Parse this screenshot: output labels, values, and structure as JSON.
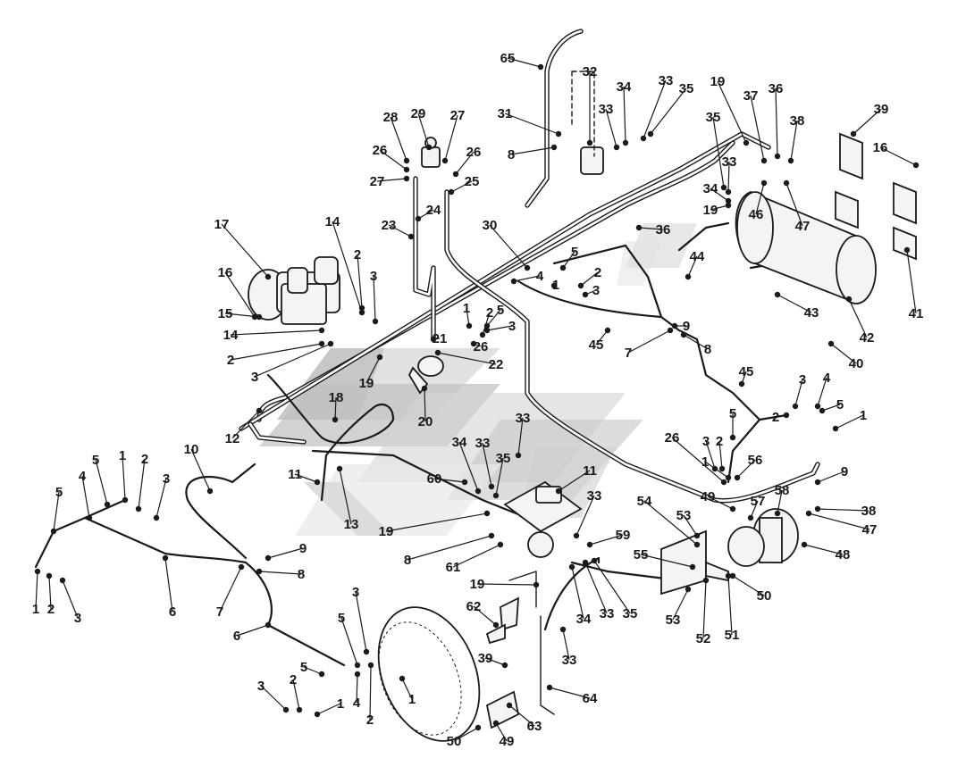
{
  "colors": {
    "ink": "#1a1a1a",
    "watermark": "#9a9a9a",
    "background": "#ffffff"
  },
  "callouts": [
    {
      "text": "65"
    },
    {
      "text": "32"
    },
    {
      "text": "34"
    },
    {
      "text": "33"
    },
    {
      "text": "35"
    },
    {
      "text": "31"
    },
    {
      "text": "8"
    },
    {
      "text": "33"
    },
    {
      "text": "19"
    },
    {
      "text": "36"
    },
    {
      "text": "37"
    },
    {
      "text": "38"
    },
    {
      "text": "39"
    },
    {
      "text": "16"
    },
    {
      "text": "35"
    },
    {
      "text": "33"
    },
    {
      "text": "34"
    },
    {
      "text": "19"
    },
    {
      "text": "46"
    },
    {
      "text": "47"
    },
    {
      "text": "36"
    },
    {
      "text": "44"
    },
    {
      "text": "41"
    },
    {
      "text": "42"
    },
    {
      "text": "43"
    },
    {
      "text": "40"
    },
    {
      "text": "28"
    },
    {
      "text": "29"
    },
    {
      "text": "27"
    },
    {
      "text": "26"
    },
    {
      "text": "26"
    },
    {
      "text": "27"
    },
    {
      "text": "25"
    },
    {
      "text": "24"
    },
    {
      "text": "23"
    },
    {
      "text": "30"
    },
    {
      "text": "17"
    },
    {
      "text": "14"
    },
    {
      "text": "2"
    },
    {
      "text": "3"
    },
    {
      "text": "16"
    },
    {
      "text": "15"
    },
    {
      "text": "14"
    },
    {
      "text": "2"
    },
    {
      "text": "3"
    },
    {
      "text": "5"
    },
    {
      "text": "4"
    },
    {
      "text": "2"
    },
    {
      "text": "3"
    },
    {
      "text": "1"
    },
    {
      "text": "1"
    },
    {
      "text": "2"
    },
    {
      "text": "5"
    },
    {
      "text": "3"
    },
    {
      "text": "26"
    },
    {
      "text": "21"
    },
    {
      "text": "22"
    },
    {
      "text": "19"
    },
    {
      "text": "20"
    },
    {
      "text": "18"
    },
    {
      "text": "12"
    },
    {
      "text": "11"
    },
    {
      "text": "9"
    },
    {
      "text": "8"
    },
    {
      "text": "7"
    },
    {
      "text": "45"
    },
    {
      "text": "45"
    },
    {
      "text": "3"
    },
    {
      "text": "2"
    },
    {
      "text": "4"
    },
    {
      "text": "5"
    },
    {
      "text": "1"
    },
    {
      "text": "5"
    },
    {
      "text": "3"
    },
    {
      "text": "2"
    },
    {
      "text": "1"
    },
    {
      "text": "56"
    },
    {
      "text": "26"
    },
    {
      "text": "9"
    },
    {
      "text": "33"
    },
    {
      "text": "34"
    },
    {
      "text": "33"
    },
    {
      "text": "35"
    },
    {
      "text": "60"
    },
    {
      "text": "11"
    },
    {
      "text": "13"
    },
    {
      "text": "19"
    },
    {
      "text": "8"
    },
    {
      "text": "61"
    },
    {
      "text": "33"
    },
    {
      "text": "59"
    },
    {
      "text": "49"
    },
    {
      "text": "57"
    },
    {
      "text": "58"
    },
    {
      "text": "38"
    },
    {
      "text": "47"
    },
    {
      "text": "48"
    },
    {
      "text": "54"
    },
    {
      "text": "53"
    },
    {
      "text": "55"
    },
    {
      "text": "50"
    },
    {
      "text": "53"
    },
    {
      "text": "52"
    },
    {
      "text": "51"
    },
    {
      "text": "19"
    },
    {
      "text": "34"
    },
    {
      "text": "33"
    },
    {
      "text": "35"
    },
    {
      "text": "10"
    },
    {
      "text": "5"
    },
    {
      "text": "1"
    },
    {
      "text": "2"
    },
    {
      "text": "4"
    },
    {
      "text": "3"
    },
    {
      "text": "5"
    },
    {
      "text": "9"
    },
    {
      "text": "8"
    },
    {
      "text": "7"
    },
    {
      "text": "6"
    },
    {
      "text": "6"
    },
    {
      "text": "1"
    },
    {
      "text": "2"
    },
    {
      "text": "3"
    },
    {
      "text": "3"
    },
    {
      "text": "5"
    },
    {
      "text": "5"
    },
    {
      "text": "3"
    },
    {
      "text": "2"
    },
    {
      "text": "4"
    },
    {
      "text": "1"
    },
    {
      "text": "2"
    },
    {
      "text": "1"
    },
    {
      "text": "62"
    },
    {
      "text": "39"
    },
    {
      "text": "33"
    },
    {
      "text": "64"
    },
    {
      "text": "50"
    },
    {
      "text": "49"
    },
    {
      "text": "63"
    }
  ]
}
